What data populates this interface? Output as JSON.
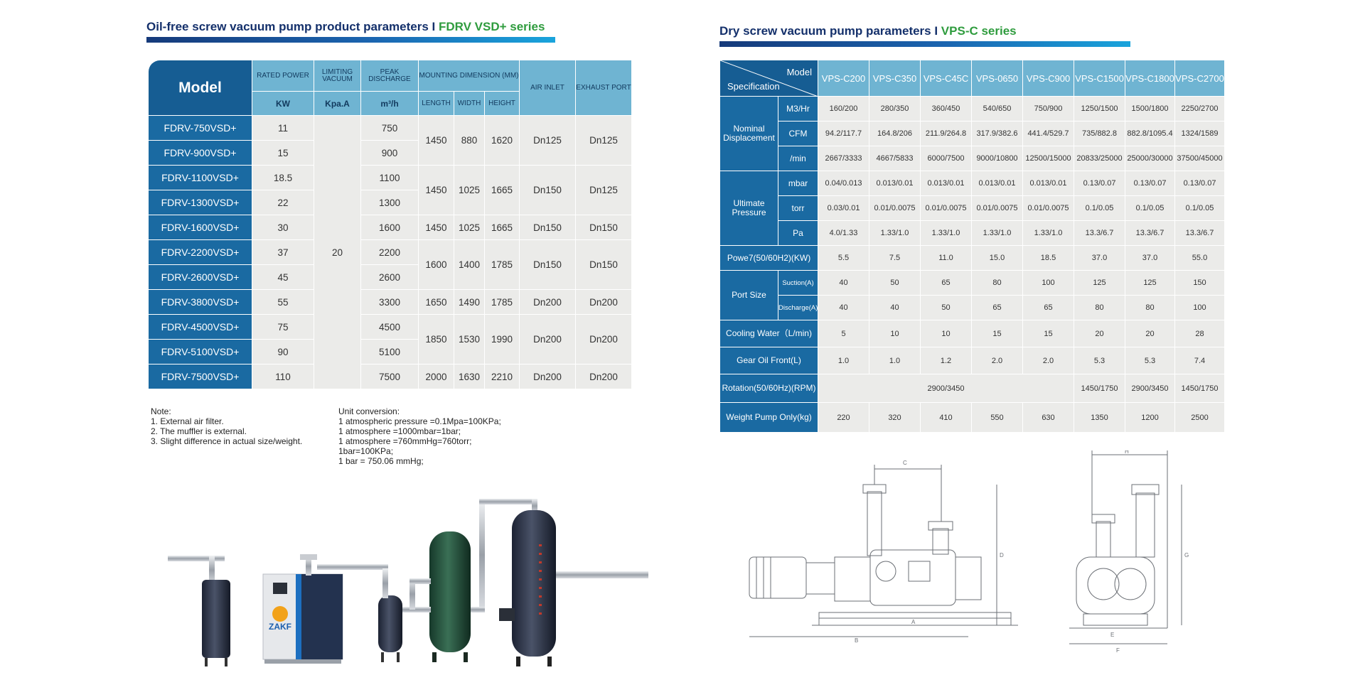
{
  "left": {
    "title_main": "Oil-free screw vacuum pump product parameters I ",
    "title_series": "FDRV VSD+ series",
    "headers": {
      "model": "Model",
      "rated_power": "RATED POWER",
      "limiting_vacuum": "LIMITING VACUUM",
      "peak_discharge": "PEAK DISCHARGE",
      "mounting": "MOUNTING DIMENSION (MM)",
      "air_inlet": "AIR INLET",
      "exhaust_port": "EXHAUST PORT",
      "unit_kw": "KW",
      "unit_kpa": "Kpa.A",
      "unit_m3h": "m³/h",
      "length": "LENGTH",
      "width": "WIDTH",
      "height": "HEIGHT"
    },
    "limiting_vacuum_value": "20",
    "rows": [
      {
        "model": "FDRV-750VSD+",
        "power": "11",
        "discharge": "750"
      },
      {
        "model": "FDRV-900VSD+",
        "power": "15",
        "discharge": "900"
      },
      {
        "model": "FDRV-1100VSD+",
        "power": "18.5",
        "discharge": "1100"
      },
      {
        "model": "FDRV-1300VSD+",
        "power": "22",
        "discharge": "1300"
      },
      {
        "model": "FDRV-1600VSD+",
        "power": "30",
        "discharge": "1600"
      },
      {
        "model": "FDRV-2200VSD+",
        "power": "37",
        "discharge": "2200"
      },
      {
        "model": "FDRV-2600VSD+",
        "power": "45",
        "discharge": "2600"
      },
      {
        "model": "FDRV-3800VSD+",
        "power": "55",
        "discharge": "3300"
      },
      {
        "model": "FDRV-4500VSD+",
        "power": "75",
        "discharge": "4500"
      },
      {
        "model": "FDRV-5100VSD+",
        "power": "90",
        "discharge": "5100"
      },
      {
        "model": "FDRV-7500VSD+",
        "power": "110",
        "discharge": "7500"
      }
    ],
    "groups": [
      {
        "length": "1450",
        "width": "880",
        "height": "1620",
        "inlet": "Dn125",
        "exhaust": "Dn125"
      },
      {
        "length": "1450",
        "width": "1025",
        "height": "1665",
        "inlet": "Dn150",
        "exhaust": "Dn125"
      },
      {
        "length": "1450",
        "width": "1025",
        "height": "1665",
        "inlet": "Dn150",
        "exhaust": "Dn150"
      },
      {
        "length": "1600",
        "width": "1400",
        "height": "1785",
        "inlet": "Dn150",
        "exhaust": "Dn150"
      },
      {
        "length": "1650",
        "width": "1490",
        "height": "1785",
        "inlet": "Dn200",
        "exhaust": "Dn200"
      },
      {
        "length": "1850",
        "width": "1530",
        "height": "1990",
        "inlet": "Dn200",
        "exhaust": "Dn200"
      },
      {
        "length": "2000",
        "width": "1630",
        "height": "2210",
        "inlet": "Dn200",
        "exhaust": "Dn200"
      }
    ],
    "notes": "Note:\n1. External air filter.\n2. The muffler is external.\n3. Slight difference in actual size/weight.",
    "unit_conversion": "Unit conversion:\n1 atmospheric pressure =0.1Mpa=100KPa;\n1 atmosphere =1000mbar=1bar;\n1 atmosphere =760mmHg=760torr;\n1bar=100KPa;\n1 bar = 750.06 mmHg;",
    "brand": "ZAKF"
  },
  "right": {
    "title_main": "Dry screw vacuum pump parameters I ",
    "title_series": "VPS-C series",
    "corner_model": "Model",
    "corner_spec": "Specification",
    "models": [
      "VPS-C200",
      "VPS-C350",
      "VPS-C45C",
      "VPS-0650",
      "VPS-C900",
      "VPS-C1500",
      "VPS-C1800",
      "VPS-C2700"
    ],
    "nominal_label": "Nominal Displacement",
    "m3hr_label": "M3/Hr",
    "m3hr": [
      "160/200",
      "280/350",
      "360/450",
      "540/650",
      "750/900",
      "1250/1500",
      "1500/1800",
      "2250/2700"
    ],
    "cfm_label": "CFM",
    "cfm": [
      "94.2/117.7",
      "164.8/206",
      "211.9/264.8",
      "317.9/382.6",
      "441.4/529.7",
      "735/882.8",
      "882.8/1095.4",
      "1324/1589"
    ],
    "min_label": "/min",
    "min": [
      "2667/3333",
      "4667/5833",
      "6000/7500",
      "9000/10800",
      "12500/15000",
      "20833/25000",
      "25000/30000",
      "37500/45000"
    ],
    "ultimate_label": "Ultimate Pressure",
    "mbar_label": "mbar",
    "mbar": [
      "0.04/0.013",
      "0.013/0.01",
      "0.013/0.01",
      "0.013/0.01",
      "0.013/0.01",
      "0.13/0.07",
      "0.13/0.07",
      "0.13/0.07"
    ],
    "torr_label": "torr",
    "torr": [
      "0.03/0.01",
      "0.01/0.0075",
      "0.01/0.0075",
      "0.01/0.0075",
      "0.01/0.0075",
      "0.1/0.05",
      "0.1/0.05",
      "0.1/0.05"
    ],
    "pa_label": "Pa",
    "pa": [
      "4.0/1.33",
      "1.33/1.0",
      "1.33/1.0",
      "1.33/1.0",
      "1.33/1.0",
      "13.3/6.7",
      "13.3/6.7",
      "13.3/6.7"
    ],
    "power_label": "Powe7(50/60H2)(KW)",
    "power": [
      "5.5",
      "7.5",
      "11.0",
      "15.0",
      "18.5",
      "37.0",
      "37.0",
      "55.0"
    ],
    "port_label": "Port Size",
    "suction_label": "Suction(A)",
    "suction": [
      "40",
      "50",
      "65",
      "80",
      "100",
      "125",
      "125",
      "150"
    ],
    "discharge_label": "Discharge(A)",
    "discharge": [
      "40",
      "40",
      "50",
      "65",
      "65",
      "80",
      "80",
      "100"
    ],
    "cooling_label": "Cooling Water（L/min)",
    "cooling": [
      "5",
      "10",
      "10",
      "15",
      "15",
      "20",
      "20",
      "28"
    ],
    "gear_label": "Gear Oil Front(L)",
    "gear": [
      "1.0",
      "1.0",
      "1.2",
      "2.0",
      "2.0",
      "5.3",
      "5.3",
      "7.4"
    ],
    "rotation_label": "Rotation(50/60Hz)(RPM)",
    "rotation_span": "2900/3450",
    "rotation": [
      "1450/1750",
      "2900/3450",
      "1450/1750"
    ],
    "weight_label": "Weight Pump Only(kg)",
    "weight": [
      "220",
      "320",
      "410",
      "550",
      "630",
      "1350",
      "1200",
      "2500"
    ],
    "dims": [
      "C",
      "D",
      "A",
      "B",
      "H",
      "G",
      "E",
      "F"
    ]
  }
}
